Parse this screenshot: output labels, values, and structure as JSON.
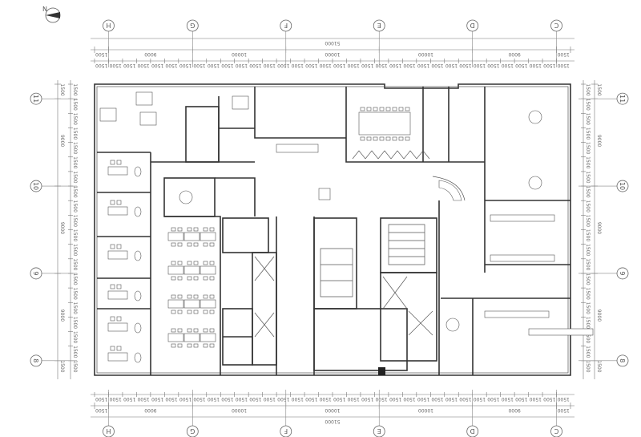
{
  "drawing": {
    "north_label": "N",
    "columns": [
      "H",
      "G",
      "F",
      "E",
      "D",
      "C"
    ],
    "rows": [
      "11",
      "10",
      "9",
      "8"
    ],
    "horizontal": {
      "overall": "51000",
      "bays": [
        1500,
        9000,
        10000,
        10000,
        10000,
        9000,
        1500
      ],
      "module": 1500
    },
    "vertical": {
      "bays": [
        1500,
        9000,
        9000,
        9000,
        1500
      ],
      "module": 1500
    }
  }
}
